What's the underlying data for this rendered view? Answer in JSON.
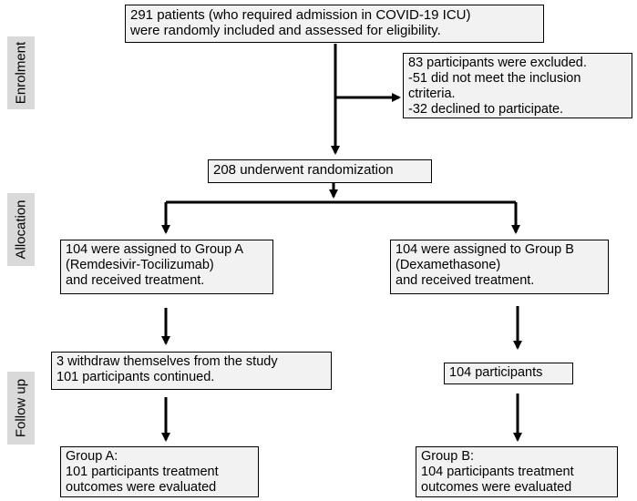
{
  "phases": {
    "enrolment": "Enrolment",
    "allocation": "Allocation",
    "follow_up": "Follow up"
  },
  "boxes": {
    "screening": {
      "lines": [
        "291 patients (who required admission in COVID-19 ICU)",
        "were randomly included and assessed for eligibility."
      ]
    },
    "excluded": {
      "lines": [
        "83 participants were excluded.",
        "-51 did not meet the inclusion",
        "ctriteria.",
        "-32 declined to participate."
      ]
    },
    "randomized": {
      "lines": [
        "208 underwent randomization"
      ]
    },
    "group_a_assigned": {
      "lines": [
        "104 were assigned to Group A",
        "(Remdesivir-Tocilizumab)",
        "and received treatment."
      ]
    },
    "group_b_assigned": {
      "lines": [
        "104 were assigned to Group B",
        "(Dexamethasone)",
        "and received treatment."
      ]
    },
    "group_a_followup": {
      "lines": [
        "3 withdraw themselves from the study",
        "101 participants continued."
      ]
    },
    "group_b_followup": {
      "lines": [
        "104 participants"
      ]
    },
    "group_a_outcome": {
      "lines": [
        "Group A:",
        "101 participants treatment",
        "outcomes were evaluated"
      ]
    },
    "group_b_outcome": {
      "lines": [
        "Group B:",
        "104 participants treatment",
        "outcomes were evaluated"
      ]
    }
  }
}
